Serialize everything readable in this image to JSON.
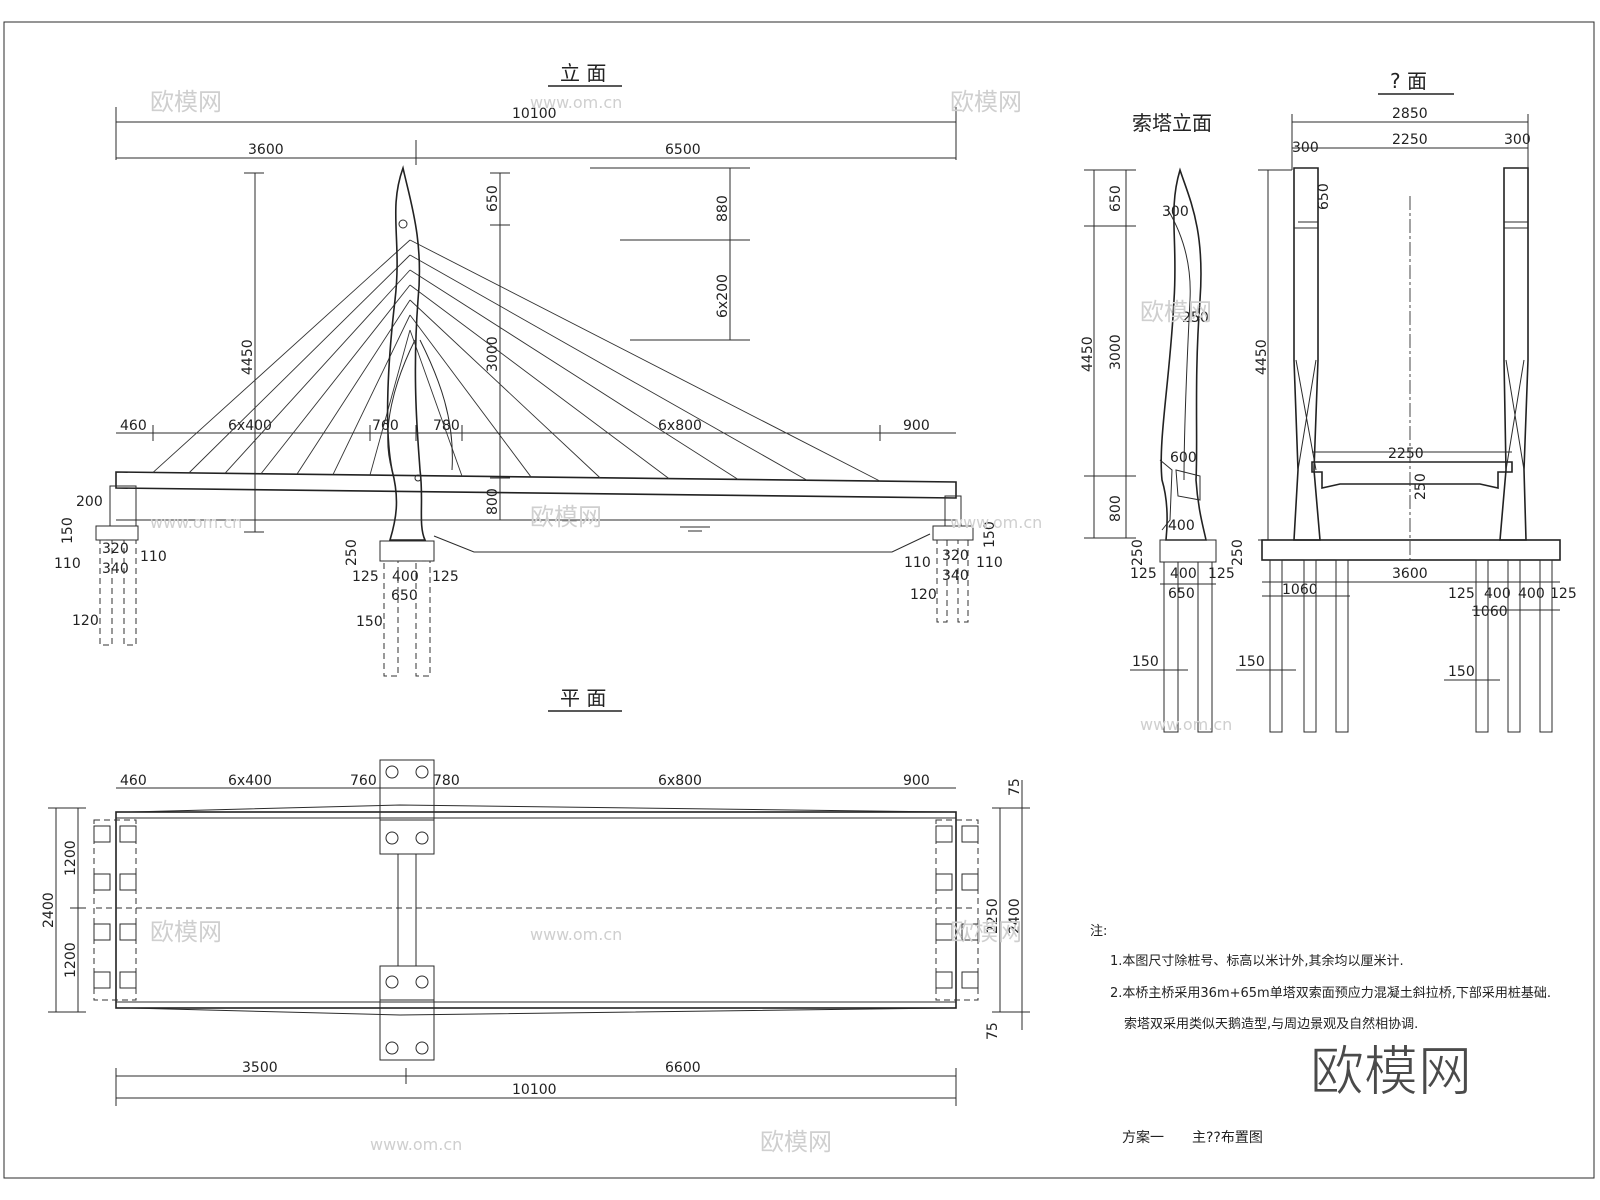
{
  "titles": {
    "elevation": "立 面",
    "plan": "平 面",
    "tower_elevation": "索塔立面",
    "section": "? 面"
  },
  "elevation_dims": {
    "total": "10100",
    "left_span": "3600",
    "right_span": "6500",
    "tower_height": "4450",
    "top_segment": "650",
    "upper_cable_zone": "3000",
    "lower_segment": "800",
    "cable_top": "880",
    "cable_spacing": "6x200",
    "deck_left_end": "460",
    "left_cables": "6x400",
    "left_near_tower": "760",
    "right_near_tower": "780",
    "right_cables": "6x800",
    "deck_right_end": "900",
    "abut_cap": "200",
    "abut_cap2": "150",
    "abut_w": "320",
    "abut_w2": "340",
    "abut_side": "110",
    "pile": "120",
    "tower_cap": "250",
    "tower_w_side": "125",
    "tower_w_mid": "400",
    "tower_base": "650",
    "tower_pile": "150"
  },
  "plan_dims": {
    "deck_width": "2400",
    "half_width": "1200",
    "inner_width": "2250",
    "edge": "75",
    "left_span": "3500",
    "right_span": "6600",
    "total": "10100"
  },
  "tower_dims": {
    "height": "4450",
    "top": "650",
    "mid": "3000",
    "bottom": "800",
    "w_top": "300",
    "w_mid": "250",
    "w_low": "600",
    "w_base": "400",
    "cap": "250",
    "side": "125",
    "base": "650",
    "pile": "150"
  },
  "section_dims": {
    "total": "2850",
    "inner": "2250",
    "leg": "300",
    "top": "650",
    "height": "4450",
    "beam": "2250",
    "beam_h": "250",
    "cap_w": "3600",
    "cap_h": "250",
    "pile_group": "1060",
    "pile_edge": "125",
    "pile_sp": "400",
    "pile": "150"
  },
  "notes": {
    "heading": "注:",
    "note1": "1.本图尺寸除桩号、标高以米计外,其余均以厘米计.",
    "note2a": "2.本桥主桥采用36m+65m单塔双索面预应力混凝土斜拉桥,下部采用桩基础.",
    "note2b": "索塔双采用类似天鹅造型,与周边景观及自然相协调."
  },
  "title_block": {
    "scheme": "方案一",
    "drawing_name": "主??布置图"
  },
  "watermark": {
    "brand": "欧模网",
    "url": "www.om.cn"
  },
  "colors": {
    "line": "#2b2b2b",
    "watermark": "#cfcfcf",
    "background": "#ffffff"
  }
}
